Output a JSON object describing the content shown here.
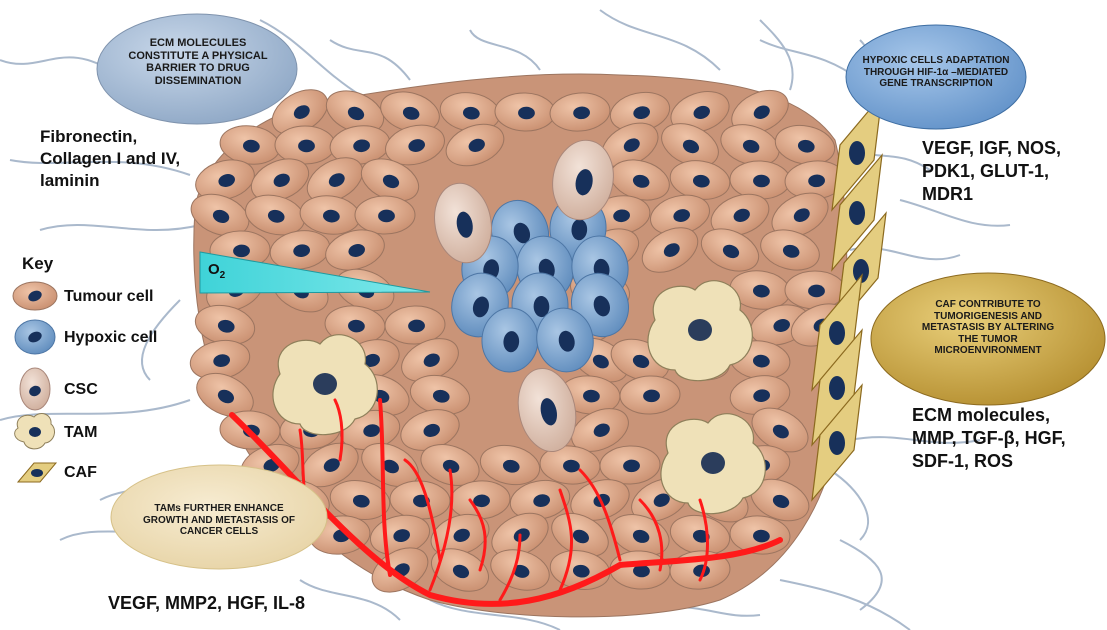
{
  "bubbles": {
    "ecm_barrier": [
      "ECM MOLECULES",
      "CONSTITUTE A PHYSICAL",
      "BARRIER TO DRUG",
      "DISSEMINATION"
    ],
    "hypoxic_adaptation": [
      "HYPOXIC CELLS ADAPTATION",
      "THROUGH HIF-1α –MEDIATED",
      "GENE TRANSCRIPTION"
    ],
    "caf_contribute": [
      "CAF CONTRIBUTE TO",
      "TUMORIGENESIS AND",
      "METASTASIS BY ALTERING",
      "THE TUMOR",
      "MICROENVIRONMENT"
    ],
    "tams_enhance": [
      "TAMs FURTHER ENHANCE",
      "GROWTH AND METASTASIS OF",
      "CANCER CELLS"
    ]
  },
  "labels": {
    "ecm_list": [
      "Fibronectin,",
      "Collagen I and IV,",
      "laminin"
    ],
    "hypoxia_factors": [
      "VEGF, IGF, NOS,",
      "PDK1, GLUT-1,",
      "MDR1"
    ],
    "caf_factors": [
      "ECM molecules,",
      "MMP, TGF-β, HGF,",
      "SDF-1, ROS"
    ],
    "tam_factors": "VEGF, MMP2, HGF, IL-8",
    "oxygen": "O",
    "oxygen_sub": "2"
  },
  "key": {
    "title": "Key",
    "items": [
      {
        "label": "Tumour cell",
        "icon": "tumour-cell-icon"
      },
      {
        "label": "Hypoxic cell",
        "icon": "hypoxic-cell-icon"
      },
      {
        "label": "CSC",
        "icon": "csc-icon"
      },
      {
        "label": "TAM",
        "icon": "tam-icon"
      },
      {
        "label": "CAF",
        "icon": "caf-icon"
      }
    ]
  },
  "colors": {
    "tumour_cell": "#d9a78a",
    "tumour_cell_edge": "#9c7560",
    "hypoxic_cell": "#7ea6cf",
    "csc": "#e2cbbd",
    "tam": "#efe1b8",
    "caf": "#e4cd80",
    "nucleus": "#17305a",
    "vessel": "#ff1a1a",
    "fiber": "#aab9cc",
    "oxygen_gradient": "#3fd3d8"
  }
}
